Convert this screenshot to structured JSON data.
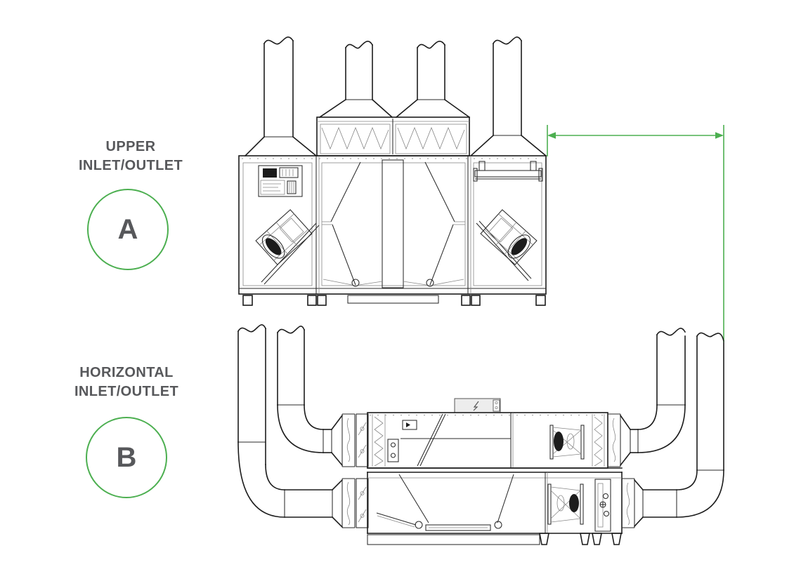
{
  "colors": {
    "accent_green": "#4caf50",
    "label_text": "#57585b",
    "drawing_line": "#2a2a2a"
  },
  "labels": {
    "a": {
      "line1": "UPPER",
      "line2": "INLET/OUTLET",
      "badge": "A"
    },
    "b": {
      "line1": "HORIZONTAL",
      "line2": "INLET/OUTLET",
      "badge": "B"
    }
  },
  "symbols": {
    "electrical_box": "lightning-bolt"
  }
}
